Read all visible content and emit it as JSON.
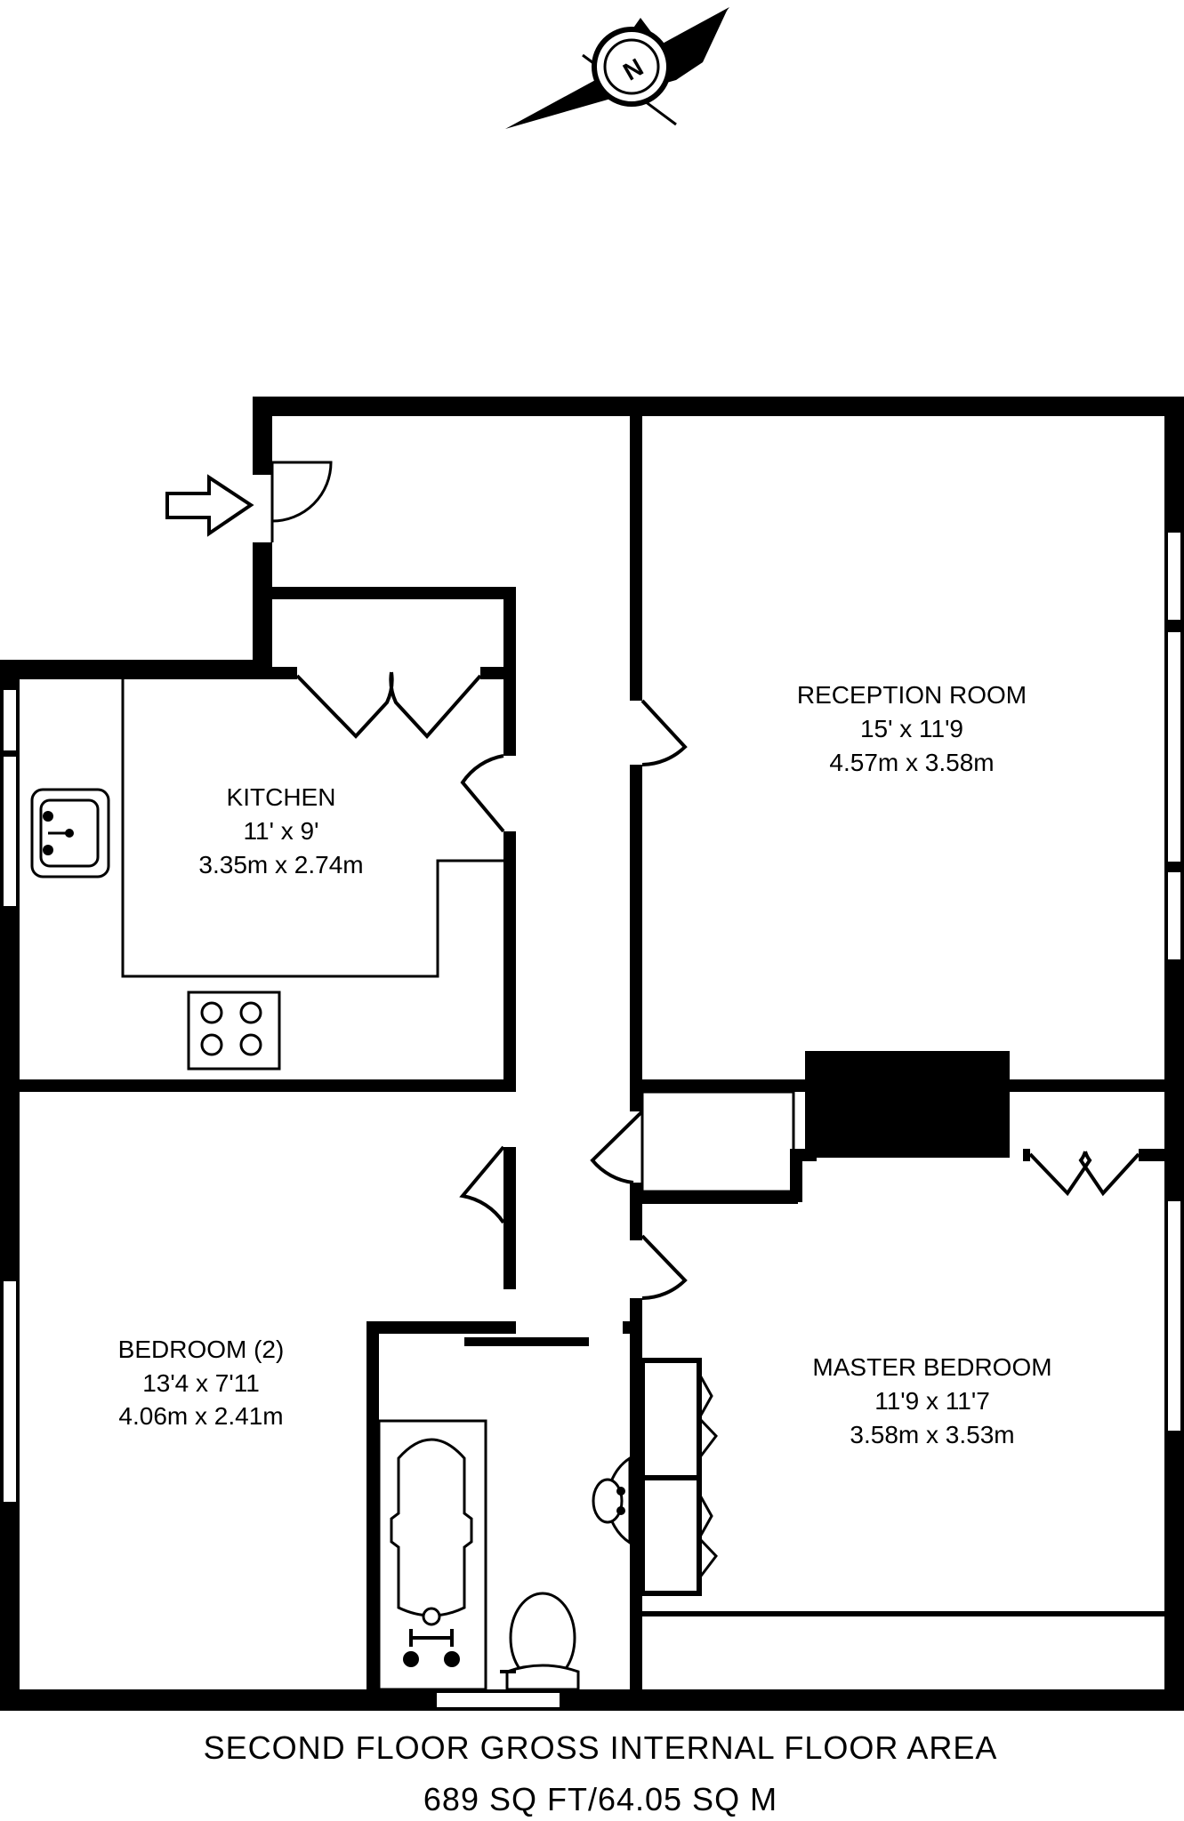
{
  "compass": {
    "letter": "N"
  },
  "rooms": {
    "reception": {
      "name": "RECEPTION ROOM",
      "imperial": "15' x 11'9",
      "metric": "4.57m x 3.58m"
    },
    "kitchen": {
      "name": "KITCHEN",
      "imperial": "11' x 9'",
      "metric": "3.35m x 2.74m"
    },
    "bedroom2": {
      "name": "BEDROOM (2)",
      "imperial": "13'4 x 7'11",
      "metric": "4.06m x 2.41m"
    },
    "master": {
      "name": "MASTER BEDROOM",
      "imperial": "11'9 x 11'7",
      "metric": "3.58m x 3.53m"
    }
  },
  "footer": {
    "title": "SECOND FLOOR GROSS INTERNAL FLOOR AREA",
    "area": "689 SQ FT/64.05 SQ M"
  }
}
